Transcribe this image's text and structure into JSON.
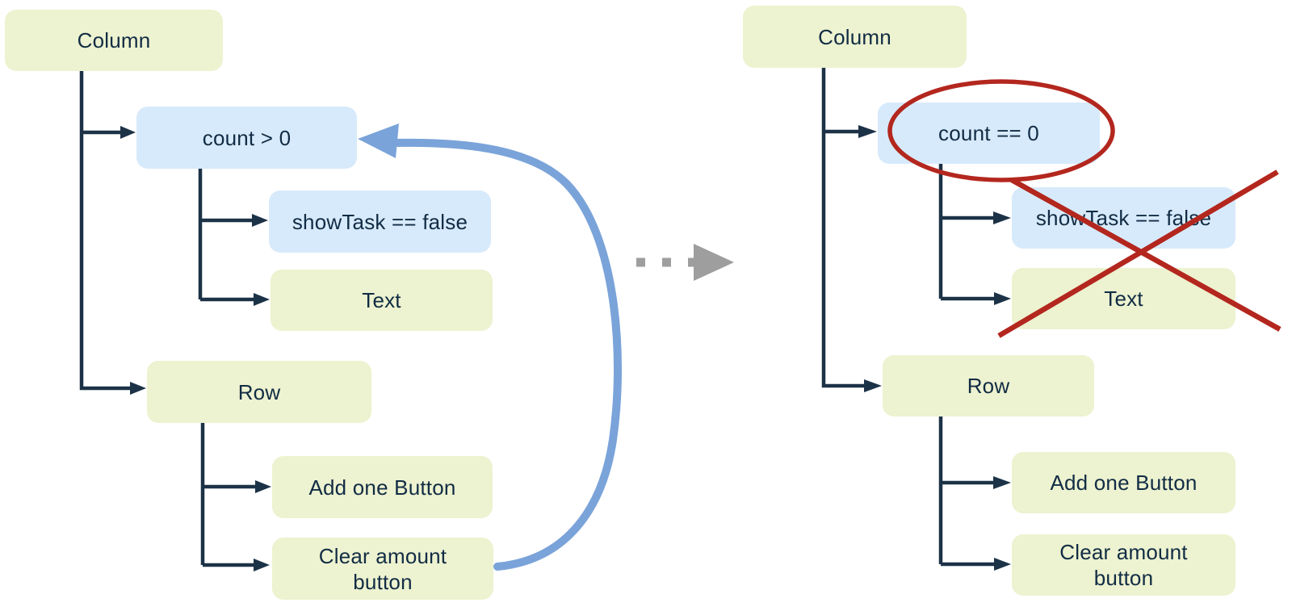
{
  "colors": {
    "node_green": "#edf2d0",
    "node_blue": "#d7eafb",
    "connector_navy": "#1c3247",
    "text_navy": "#112c44",
    "annotation_red": "#b3271e",
    "recompose_arrow_blue": "#7aa3d9",
    "transition_arrow_grey": "#9e9e9e"
  },
  "left_tree": {
    "column": "Column",
    "condition": "count > 0",
    "show_task": "showTask == false",
    "text_node": "Text",
    "row": "Row",
    "add_one": "Add one Button",
    "clear": "Clear amount button"
  },
  "right_tree": {
    "column": "Column",
    "condition": "count == 0",
    "show_task": "showTask == false",
    "text_node": "Text",
    "row": "Row",
    "add_one": "Add one Button",
    "clear": "Clear amount button"
  }
}
